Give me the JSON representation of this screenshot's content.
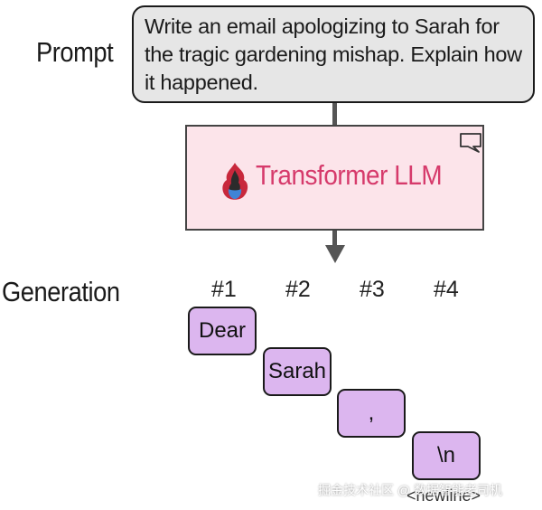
{
  "labels": {
    "prompt": "Prompt",
    "generation": "Generation"
  },
  "prompt_text": "Write an email apologizing to Sarah for the tragic gardening mishap. Explain how it happened.",
  "model": {
    "name": "Transformer LLM",
    "accent_color": "#d63a6b",
    "icon": "flame-icon",
    "badge_icon": "speech-bubble-icon"
  },
  "positions": [
    "#1",
    "#2",
    "#3",
    "#4"
  ],
  "tokens": [
    "Dear",
    "Sarah",
    ",",
    "\\n"
  ],
  "token_note": "<newline>",
  "watermark": "掘金技术社区 @ 数据智能老司机",
  "colors": {
    "prompt_fill": "#e6e6e6",
    "llm_fill": "#fce4ea",
    "token_fill": "#dcb6ef"
  }
}
